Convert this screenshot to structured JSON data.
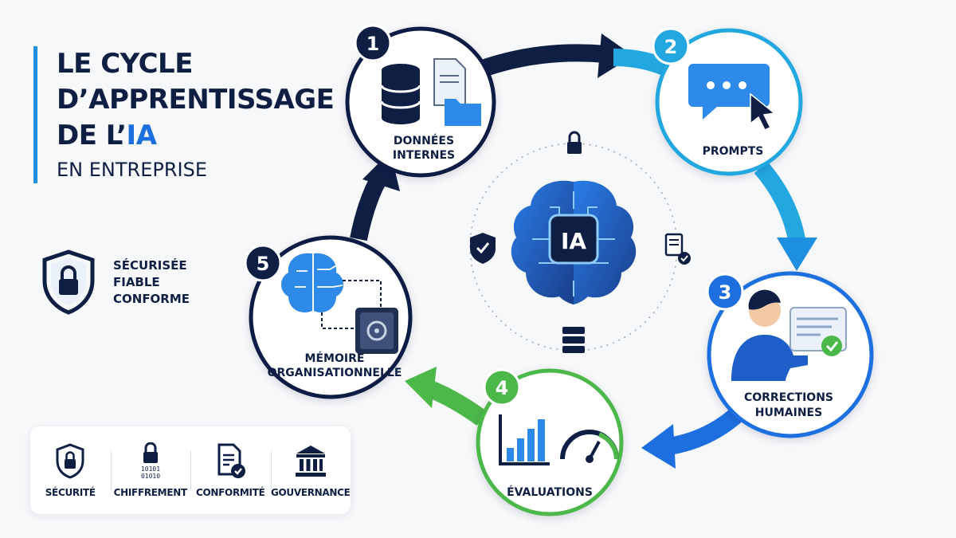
{
  "title": {
    "line1": "LE CYCLE",
    "line2": "D’APPRENTISSAGE",
    "line3_prefix": "DE L’",
    "line3_accent": "IA",
    "subtitle": "EN ENTREPRISE"
  },
  "qualities": [
    "SÉCURISÉE",
    "FIABLE",
    "CONFORME"
  ],
  "center_label": "IA",
  "steps": [
    {
      "number": "1",
      "label_line1": "DONNÉES",
      "label_line2": "INTERNES",
      "color": "#0f1f44"
    },
    {
      "number": "2",
      "label_line1": "PROMPTS",
      "label_line2": "",
      "color": "#22a7e0"
    },
    {
      "number": "3",
      "label_line1": "CORRECTIONS",
      "label_line2": "HUMAINES",
      "color": "#1d6fe0"
    },
    {
      "number": "4",
      "label_line1": "ÉVALUATIONS",
      "label_line2": "",
      "color": "#4cb84a"
    },
    {
      "number": "5",
      "label_line1": "MÉMOIRE",
      "label_line2": "ORGANISATIONNELLE",
      "color": "#0f1f44"
    }
  ],
  "badges": [
    {
      "label": "SÉCURITÉ",
      "icon": "shield-lock-icon"
    },
    {
      "label": "CHIFFREMENT",
      "icon": "lock-binary-icon",
      "binary1": "10101",
      "binary2": "01010"
    },
    {
      "label": "CONFORMITÉ",
      "icon": "document-check-icon"
    },
    {
      "label": "GOUVERNANCE",
      "icon": "institution-icon"
    }
  ],
  "colors": {
    "navy": "#0f1f44",
    "cyan": "#22a7e0",
    "blue": "#1d6fe0",
    "green": "#4cb84a",
    "accent_bar": "#1d8fe0"
  }
}
